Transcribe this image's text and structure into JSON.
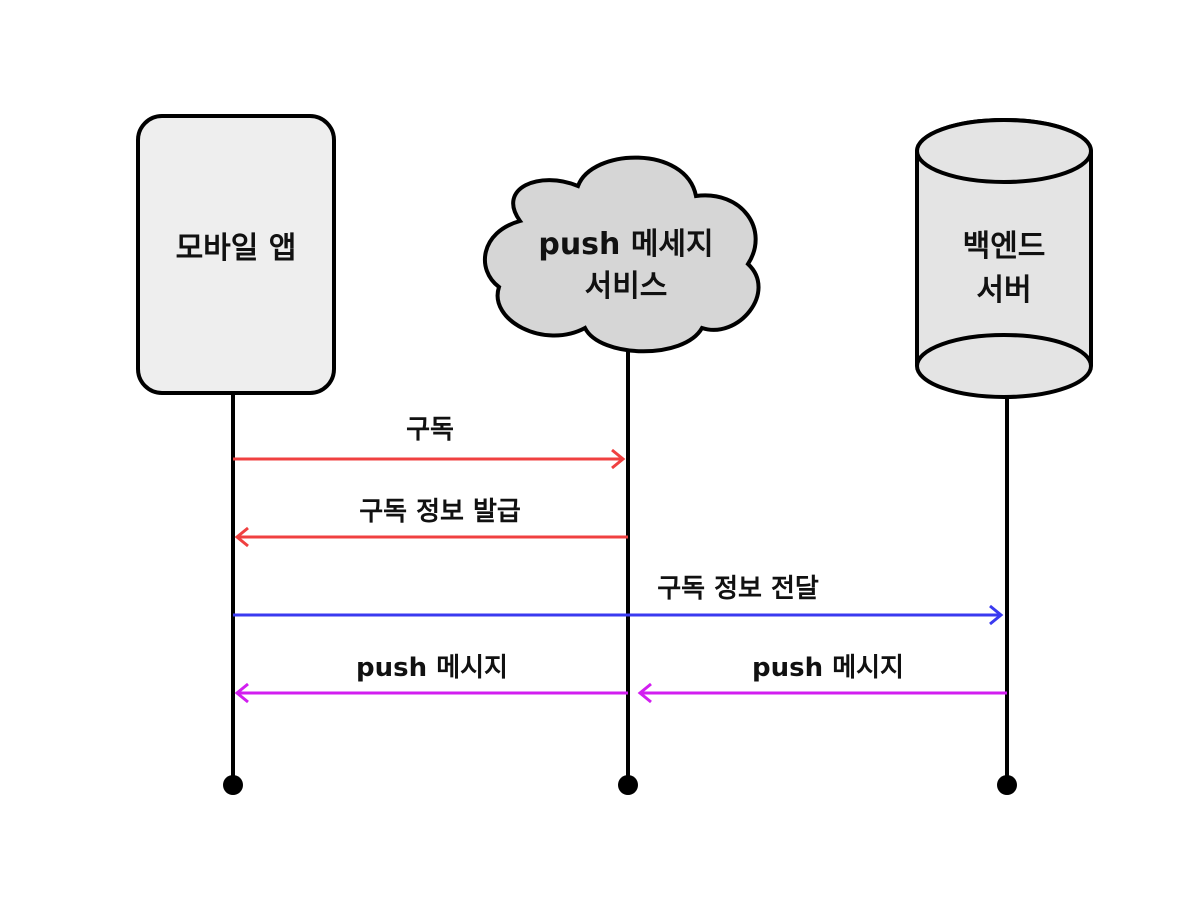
{
  "participants": {
    "mobile_app": {
      "label": "모바일 앱"
    },
    "push_service": {
      "line1": "push 메세지",
      "line2": "서비스"
    },
    "backend": {
      "line1": "백엔드",
      "line2": "서버"
    }
  },
  "messages": [
    {
      "label": "구독",
      "from": "mobile_app",
      "to": "push_service",
      "color": "#f04040"
    },
    {
      "label": "구독 정보 발급",
      "from": "push_service",
      "to": "mobile_app",
      "color": "#f04040"
    },
    {
      "label": "구독 정보 전달",
      "from": "mobile_app",
      "to": "backend",
      "color": "#3a3af0"
    },
    {
      "label": "push 메시지",
      "from": "push_service",
      "to": "mobile_app",
      "color": "#d21ef0"
    },
    {
      "label": "push 메시지",
      "from": "backend",
      "to": "push_service",
      "color": "#d21ef0"
    }
  ],
  "colors": {
    "box_fill": "#eeeeee",
    "cloud_fill": "#d6d6d6",
    "cylinder_fill": "#e4e4e4",
    "stroke": "#000000"
  }
}
